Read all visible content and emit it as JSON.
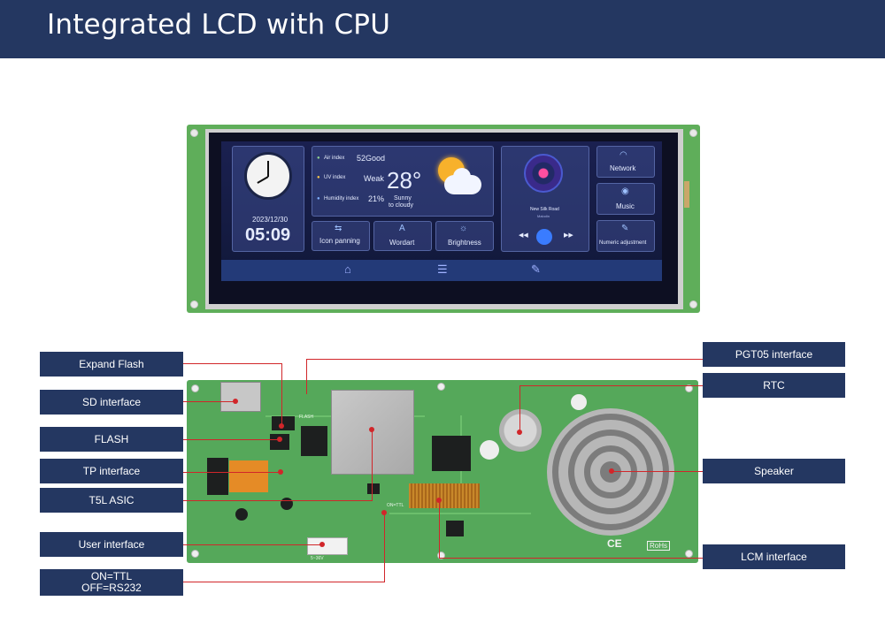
{
  "header": {
    "title": "Integrated LCD with CPU"
  },
  "screen": {
    "date": "2023/12/30",
    "time": "05:09",
    "air_index_label": "Air index",
    "air_index_value": "52Good",
    "uv_index_label": "UV index",
    "uv_index_value": "Weak",
    "humidity_label": "Humidity index",
    "humidity_value": "21%",
    "temperature": "28°",
    "weather_line1": "Sunny",
    "weather_line2": "to cloudy",
    "song_title": "New Silk Road",
    "song_artist": "Malodin",
    "buttons": {
      "icon_panning": "Icon panning",
      "wordart": "Wordart",
      "brightness": "Brightness",
      "network": "Network",
      "music": "Music",
      "numeric_adjustment": "Numeric adjustment"
    }
  },
  "board_print": {
    "flash": "FLASH",
    "on_ttl": "ON=TTL",
    "voltage": "5~36V",
    "ce_mark": "CE",
    "rohs": "RoHs"
  },
  "callouts": {
    "expand_flash": "Expand Flash",
    "sd_interface": "SD interface",
    "flash": "FLASH",
    "tp_interface": "TP interface",
    "t5l_asic": "T5L ASIC",
    "user_interface": "User interface",
    "on_ttl": "ON=TTL",
    "off_rs232": "OFF=RS232",
    "pgt05_interface": "PGT05 interface",
    "rtc": "RTC",
    "speaker": "Speaker",
    "lcm_interface": "LCM interface"
  },
  "colors": {
    "header_bg": "#243761",
    "label_bg": "#243761",
    "leader_line": "#d1262a",
    "pcb_green": "#55a85a"
  }
}
